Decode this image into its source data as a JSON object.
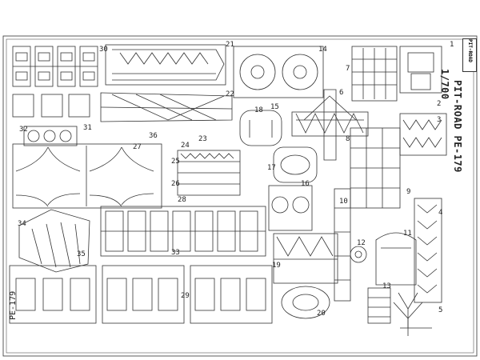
{
  "fret": {
    "product_code": "PIT-ROAD PE-179",
    "scale": "1/700",
    "logo_text": "PIT-ROAD",
    "part_numbers": [
      "1",
      "2",
      "3",
      "4",
      "5",
      "6",
      "7",
      "8",
      "9",
      "10",
      "11",
      "12",
      "13",
      "14",
      "15",
      "16",
      "17",
      "18",
      "19",
      "20",
      "21",
      "22",
      "23",
      "24",
      "25",
      "26",
      "27",
      "28",
      "29",
      "30",
      "31",
      "32",
      "33",
      "34",
      "35",
      "36"
    ],
    "corner_code": "PE-179",
    "colors": {
      "line": "#333333",
      "paper": "#ffffff"
    }
  }
}
